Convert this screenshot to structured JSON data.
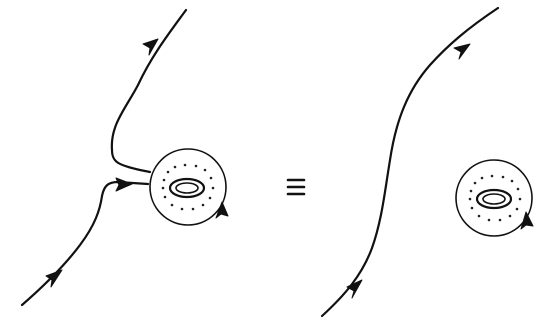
{
  "diagram": {
    "left_side": {
      "strand": "upper-strand",
      "lower_strand": "lower-strand",
      "torus": "torus-with-dotted-core"
    },
    "relation_symbol": "≡",
    "right_side": {
      "strand": "single-continuous-strand",
      "torus": "torus-with-dotted-core"
    }
  }
}
